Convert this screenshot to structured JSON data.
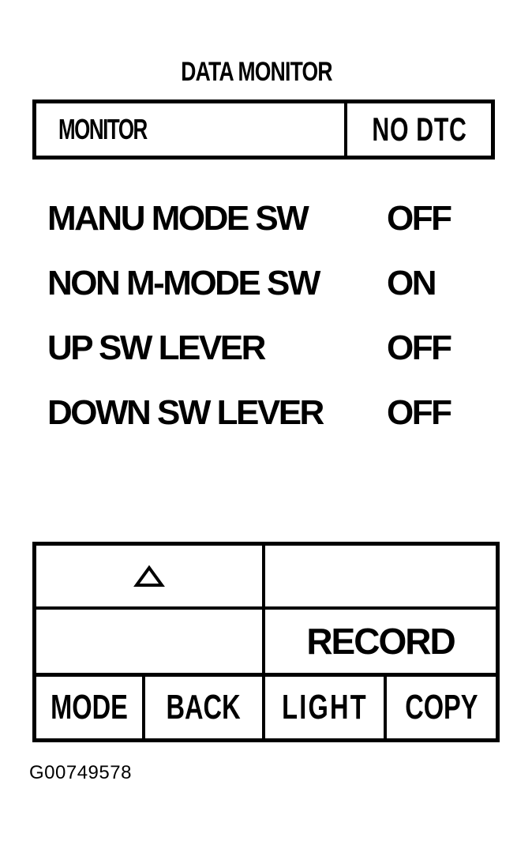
{
  "screen": {
    "title": "DATA MONITOR",
    "header": {
      "left_label": "MONITOR",
      "right_label": "NO DTC"
    },
    "items": [
      {
        "label": "MANU MODE SW",
        "value": "OFF"
      },
      {
        "label": "NON M-MODE SW",
        "value": "ON"
      },
      {
        "label": "UP SW LEVER",
        "value": "OFF"
      },
      {
        "label": "DOWN SW LEVER",
        "value": "OFF"
      }
    ],
    "buttons": {
      "up_arrow_icon": "triangle-up",
      "record": "RECORD",
      "mode": "MODE",
      "back": "BACK",
      "light": "LIGHT",
      "copy": "COPY"
    },
    "figure_code": "G00749578"
  }
}
